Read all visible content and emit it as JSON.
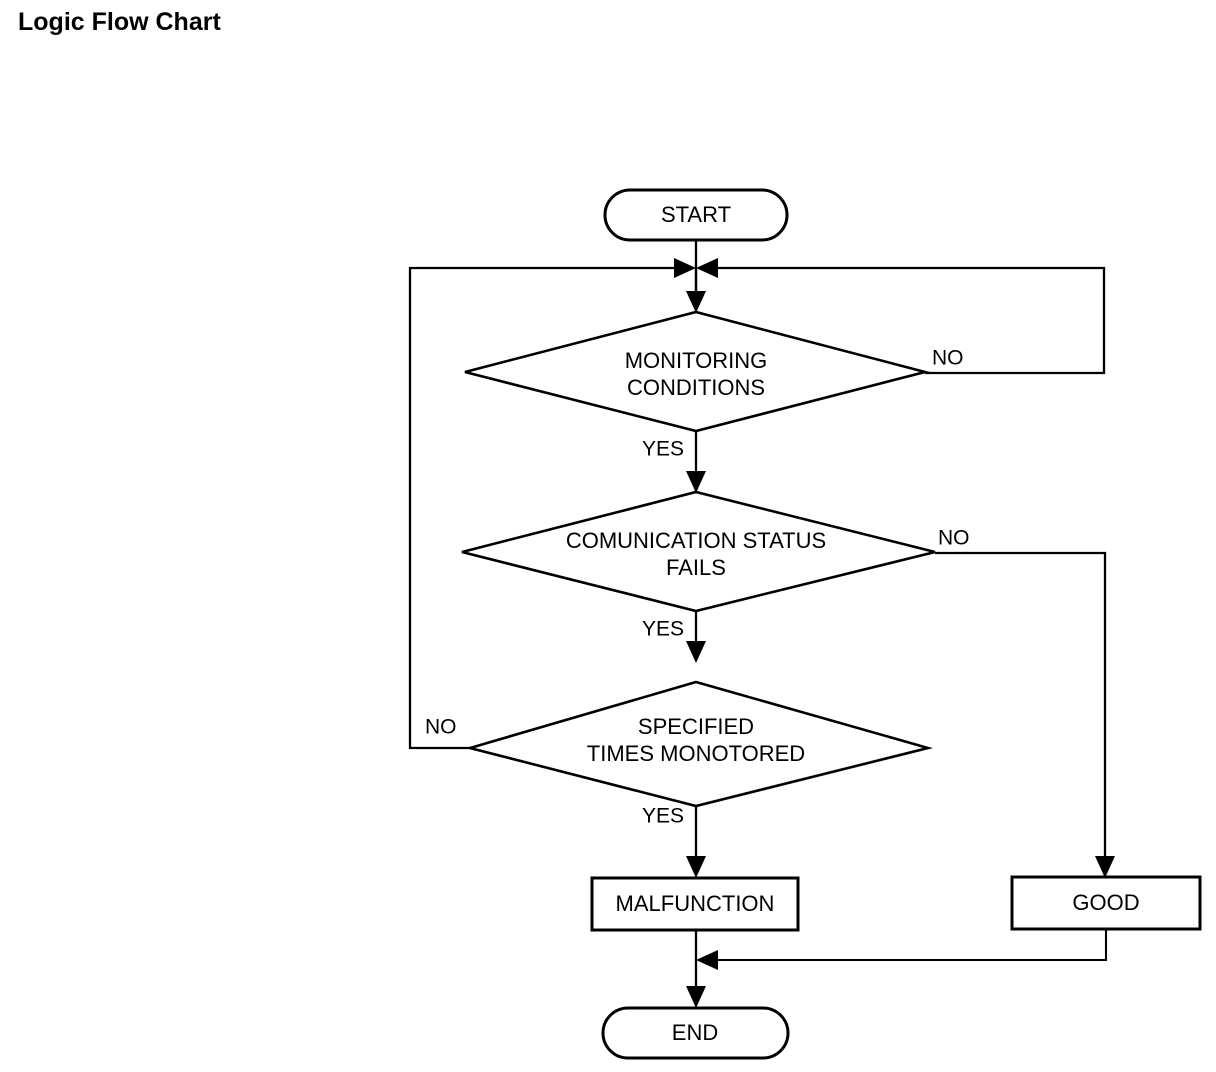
{
  "page": {
    "title": "Logic Flow Chart",
    "background_color": "#ffffff",
    "line_color": "#000000",
    "text_color": "#000000"
  },
  "chart_data": {
    "type": "diagram",
    "diagram_kind": "flowchart",
    "title": "Logic Flow Chart",
    "nodes": [
      {
        "id": "start",
        "shape": "terminator",
        "label": "START"
      },
      {
        "id": "monitoring",
        "shape": "decision",
        "label_line1": "MONITORING",
        "label_line2": "CONDITIONS"
      },
      {
        "id": "communication",
        "shape": "decision",
        "label_line1": "COMUNICATION STATUS",
        "label_line2": "FAILS"
      },
      {
        "id": "specified",
        "shape": "decision",
        "label_line1": "SPECIFIED",
        "label_line2": "TIMES MONOTORED"
      },
      {
        "id": "malfunction",
        "shape": "process",
        "label": "MALFUNCTION"
      },
      {
        "id": "good",
        "shape": "process",
        "label": "GOOD"
      },
      {
        "id": "end",
        "shape": "terminator",
        "label": "END"
      }
    ],
    "edges": [
      {
        "from": "start",
        "to": "monitoring",
        "label": ""
      },
      {
        "from": "monitoring",
        "to": "communication",
        "label": "YES"
      },
      {
        "from": "monitoring",
        "to": "monitoring",
        "label": "NO"
      },
      {
        "from": "communication",
        "to": "specified",
        "label": "YES"
      },
      {
        "from": "communication",
        "to": "good",
        "label": "NO"
      },
      {
        "from": "specified",
        "to": "malfunction",
        "label": "YES"
      },
      {
        "from": "specified",
        "to": "monitoring",
        "label": "NO"
      },
      {
        "from": "malfunction",
        "to": "end",
        "label": ""
      },
      {
        "from": "good",
        "to": "end",
        "label": ""
      }
    ]
  },
  "nodes": {
    "start": {
      "label": "START"
    },
    "monitoring": {
      "line1": "MONITORING",
      "line2": "CONDITIONS"
    },
    "communication": {
      "line1": "COMUNICATION STATUS",
      "line2": "FAILS"
    },
    "specified": {
      "line1": "SPECIFIED",
      "line2": "TIMES MONOTORED"
    },
    "malfunction": {
      "label": "MALFUNCTION"
    },
    "good": {
      "label": "GOOD"
    },
    "end": {
      "label": "END"
    }
  },
  "edge_labels": {
    "monitoring_no": "NO",
    "monitoring_yes": "YES",
    "communication_no": "NO",
    "communication_yes": "YES",
    "specified_no": "NO",
    "specified_yes": "YES"
  }
}
